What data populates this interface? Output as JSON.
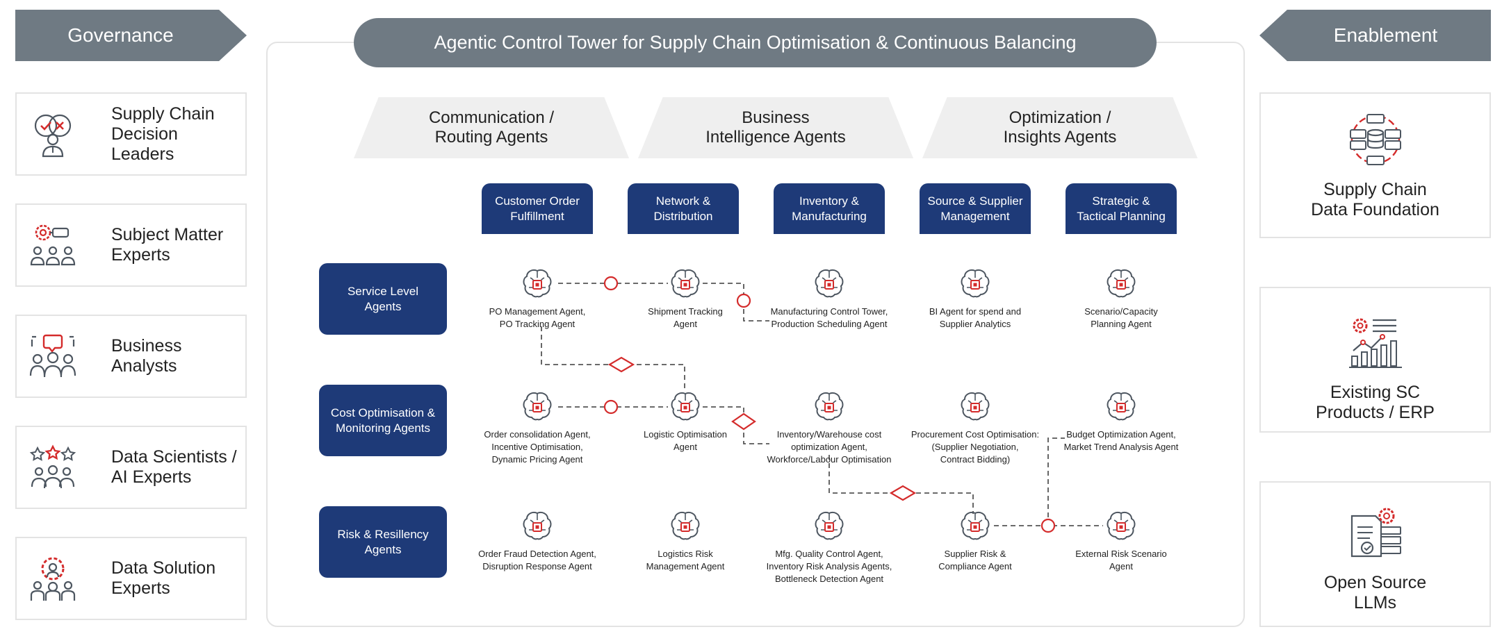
{
  "governance": {
    "title": "Governance",
    "items": [
      {
        "label": "Supply Chain\nDecision Leaders",
        "icon": "decision-leader-icon"
      },
      {
        "label": "Subject Matter\nExperts",
        "icon": "expert-team-icon"
      },
      {
        "label": "Business\nAnalysts",
        "icon": "analysts-icon"
      },
      {
        "label": "Data Scientists /\nAI Experts",
        "icon": "data-scientists-icon"
      },
      {
        "label": "Data Solution\nExperts",
        "icon": "solution-experts-icon"
      }
    ]
  },
  "enablement": {
    "title": "Enablement",
    "items": [
      {
        "label": "Supply Chain\nData Foundation",
        "icon": "database-icon"
      },
      {
        "label": "Existing SC\nProducts / ERP",
        "icon": "erp-analytics-icon"
      },
      {
        "label": "Open Source\nLLMs",
        "icon": "llm-document-icon"
      }
    ]
  },
  "main": {
    "title": "Agentic Control Tower for Supply Chain Optimisation & Continuous Balancing",
    "groups": [
      {
        "label": "Communication  /\nRouting Agents"
      },
      {
        "label": "Business\nIntelligence Agents"
      },
      {
        "label": "Optimization /\nInsights Agents"
      }
    ],
    "columns": [
      {
        "label": "Customer Order\nFulfillment"
      },
      {
        "label": "Network &\nDistribution"
      },
      {
        "label": "Inventory &\nManufacturing"
      },
      {
        "label": "Source & Supplier\nManagement"
      },
      {
        "label": "Strategic &\nTactical Planning"
      }
    ],
    "rows": [
      {
        "label": "Service Level\nAgents"
      },
      {
        "label": "Cost Optimisation &\nMonitoring Agents"
      },
      {
        "label": "Risk & Resillency\nAgents"
      }
    ],
    "agents": [
      [
        "PO Management Agent,\nPO Tracking Agent",
        "Shipment Tracking\nAgent",
        "Manufacturing Control Tower,\nProduction Scheduling Agent",
        "BI Agent for spend and\nSupplier Analytics",
        "Scenario/Capacity\nPlanning Agent"
      ],
      [
        "Order consolidation Agent,\nIncentive Optimisation,\nDynamic Pricing Agent",
        "Logistic Optimisation\nAgent",
        "Inventory/Warehouse cost\noptimization Agent,\nWorkforce/Labour Optimisation",
        "Procurement Cost Optimisation:\n(Supplier Negotiation,\nContract Bidding)",
        "Budget Optimization Agent,\nMarket Trend Analysis Agent"
      ],
      [
        "Order Fraud Detection Agent,\nDisruption Response Agent",
        "Logistics Risk\nManagement Agent",
        "Mfg. Quality Control Agent,\nInventory Risk Analysis Agents,\nBottleneck Detection Agent",
        "Supplier Risk &\nCompliance Agent",
        "External Risk Scenario\nAgent"
      ]
    ]
  },
  "colors": {
    "banner_gray": "#6f7a83",
    "navy": "#1e3a78",
    "accent_red": "#d42b2b",
    "icon_gray": "#4d5660"
  }
}
